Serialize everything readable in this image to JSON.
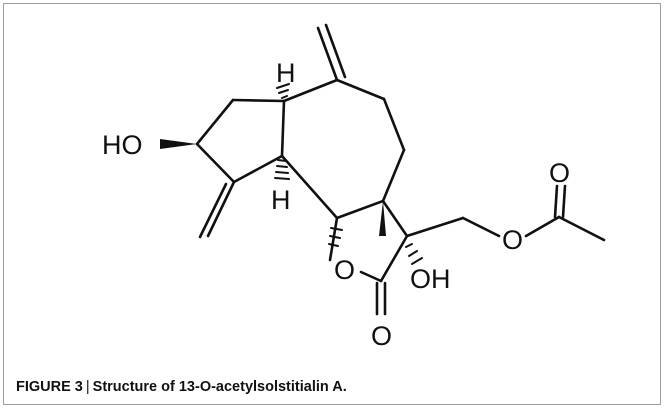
{
  "figure": {
    "label": "FIGURE 3",
    "separator": "|",
    "caption": "Structure of 13-O-acetylsolstitialin A."
  },
  "molecule": {
    "atom_labels": {
      "ho_left": "HO",
      "h_top": "H",
      "h_bottom": "H",
      "o_ring": "O",
      "o_carbonyl": "O",
      "oh_right": "OH",
      "o_ester": "O",
      "o_acetyl": "O"
    }
  },
  "colors": {
    "bond": "#111111",
    "frame_border": "#9e9e9e"
  }
}
